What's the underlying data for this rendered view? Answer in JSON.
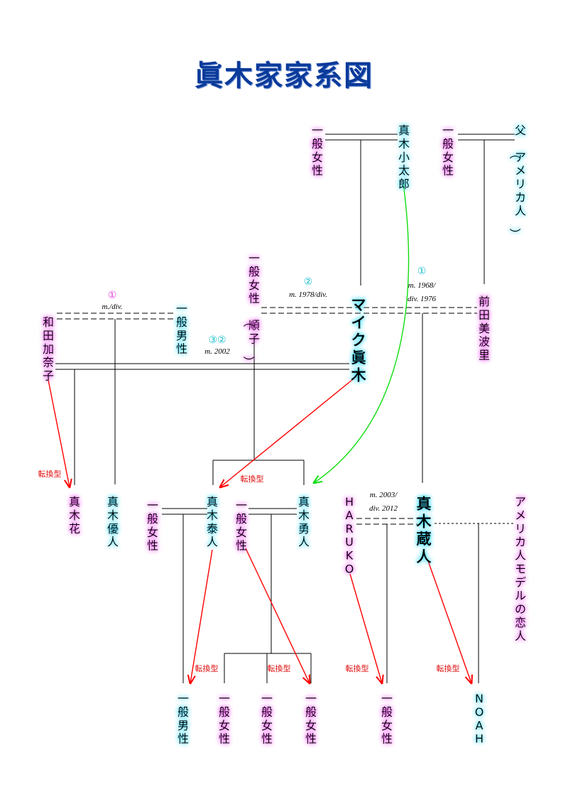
{
  "title": "眞木家家系図",
  "persons": [
    {
      "id": "gen-woman-a",
      "name": "一般女性",
      "color": "pink"
    },
    {
      "id": "maki-kotaro",
      "name": "真木小太郎",
      "color": "cyan"
    },
    {
      "id": "gen-woman-b",
      "name": "一般女性",
      "color": "pink"
    },
    {
      "id": "father-american",
      "name": "父（アメリカ人）",
      "color": "cyan"
    },
    {
      "id": "gen-woman-junko",
      "name": "一般女性（順子）",
      "color": "pink"
    },
    {
      "id": "mike-maki",
      "name": "マイク眞木",
      "color": "cyan",
      "bold": true
    },
    {
      "id": "maeda-mineri",
      "name": "前田美波里",
      "color": "pink"
    },
    {
      "id": "wada-kanako",
      "name": "和田加奈子",
      "color": "pink"
    },
    {
      "id": "gen-man-a",
      "name": "一般男性",
      "color": "cyan"
    },
    {
      "id": "maki-hana",
      "name": "真木花",
      "color": "pink"
    },
    {
      "id": "maki-yuto",
      "name": "真木優人",
      "color": "cyan"
    },
    {
      "id": "gen-woman-c",
      "name": "一般女性",
      "color": "pink"
    },
    {
      "id": "maki-taito",
      "name": "真木泰人",
      "color": "cyan"
    },
    {
      "id": "gen-woman-d",
      "name": "一般女性",
      "color": "pink"
    },
    {
      "id": "maki-yuto2",
      "name": "真木勇人",
      "color": "cyan"
    },
    {
      "id": "haruko",
      "name": "HARUKO",
      "color": "pink"
    },
    {
      "id": "maki-kurando",
      "name": "真木蔵人",
      "color": "cyan",
      "bold": true
    },
    {
      "id": "american-model",
      "name": "アメリカ人モデルの恋人",
      "color": "pink"
    },
    {
      "id": "gen-man-b",
      "name": "一般男性",
      "color": "cyan"
    },
    {
      "id": "gen-woman-e",
      "name": "一般女性",
      "color": "pink"
    },
    {
      "id": "gen-woman-f",
      "name": "一般女性",
      "color": "pink"
    },
    {
      "id": "gen-woman-g",
      "name": "一般女性",
      "color": "pink"
    },
    {
      "id": "gen-woman-h",
      "name": "一般女性",
      "color": "pink"
    },
    {
      "id": "noah",
      "name": "NOAH",
      "color": "cyan"
    }
  ],
  "annotations": {
    "wada_marriage_num": "①",
    "wada_marriage_note": "m./div.",
    "junko_marriage_num": "②",
    "junko_marriage_note": "m. 1978/div.",
    "maeda_marriage_num": "①",
    "maeda_marriage_note_1": "m. 1968/",
    "maeda_marriage_note_2": "div. 1976",
    "mike_wada_num": "③②",
    "mike_wada_note": "m. 2002",
    "haruko_marriage_note_1": "m. 2003/",
    "haruko_marriage_note_2": "div. 2012",
    "convert_label": "転換型"
  },
  "colors": {
    "title": "#0a3a9a",
    "glow_pink": "#ff44ff",
    "glow_cyan": "#33ddff",
    "arrow_red": "#ff0000",
    "arrow_green": "#11dd11"
  }
}
